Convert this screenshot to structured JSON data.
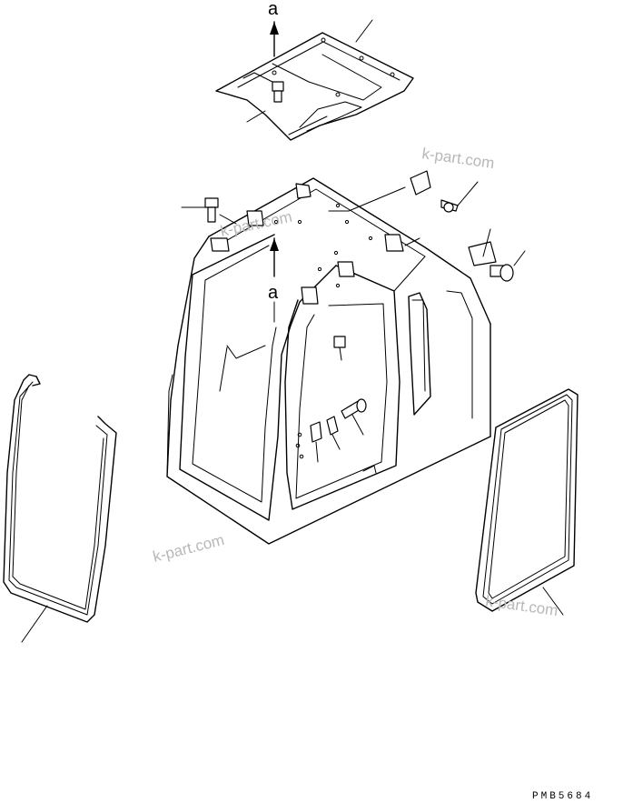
{
  "figure": {
    "view_label_top": "a",
    "view_label_mid": "a",
    "watermark": "k-part.com",
    "drawing_code": "PMB5684"
  },
  "colors": {
    "line": "#000000",
    "background": "#ffffff",
    "watermark": "#b8b8b8"
  }
}
